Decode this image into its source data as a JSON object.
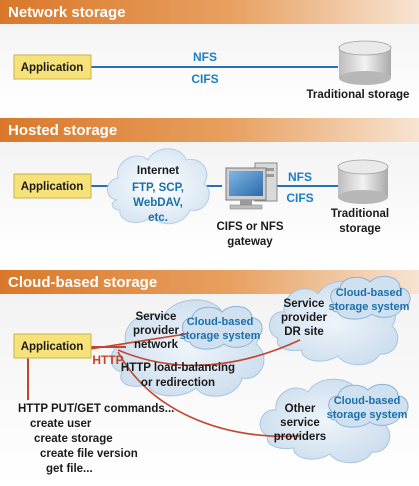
{
  "sections": [
    {
      "title": "Network storage"
    },
    {
      "title": "Hosted storage"
    },
    {
      "title": "Cloud-based storage"
    }
  ],
  "network": {
    "app_label": "Application",
    "proto_top": "NFS",
    "proto_bottom": "CIFS",
    "storage_label": "Traditional storage"
  },
  "hosted": {
    "app_label": "Application",
    "internet_title": "Internet",
    "internet_lines": [
      "FTP, SCP,",
      "WebDAV,",
      "etc."
    ],
    "gateway_lines": [
      "CIFS or NFS",
      "gateway"
    ],
    "proto_top": "NFS",
    "proto_bottom": "CIFS",
    "storage_lines": [
      "Traditional",
      "storage"
    ]
  },
  "cloud": {
    "app_label": "Application",
    "http_label": "HTTP",
    "provider_lines": [
      "Service",
      "provider",
      "network"
    ],
    "cloud_storage_lines": [
      "Cloud-based",
      "storage system"
    ],
    "lb_lines": [
      "HTTP load-balancing",
      "or redirection"
    ],
    "dr_lines": [
      "Service",
      "provider",
      "DR site"
    ],
    "other_lines": [
      "Other",
      "service",
      "providers"
    ],
    "commands": [
      "HTTP PUT/GET commands...",
      "create user",
      "create storage",
      "create file version",
      "get file..."
    ]
  },
  "colors": {
    "header_orange": "#e8943a",
    "app_box_yellow": "#f7e27a",
    "line_blue": "#2a6fb0",
    "http_red": "#c2452d",
    "cloud_blue": "#d7e6f3"
  }
}
